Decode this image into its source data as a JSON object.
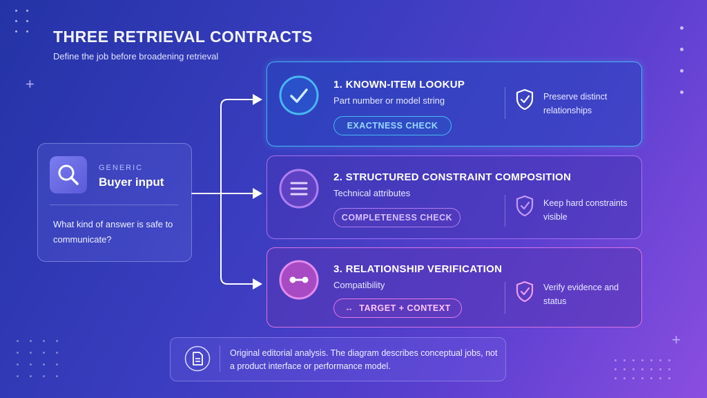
{
  "header": {
    "title": "THREE RETRIEVAL CONTRACTS",
    "subtitle": "Define the job before broadening retrieval"
  },
  "input": {
    "kicker": "GENERIC",
    "heading": "Buyer input",
    "question": "What kind of answer is safe to communicate?",
    "icon": "search-icon"
  },
  "contracts": [
    {
      "title": "1. KNOWN-ITEM LOOKUP",
      "subtitle": "Part number or model string",
      "check": "EXACTNESS CHECK",
      "note": "Preserve distinct relationships",
      "icon": "checkmark-icon",
      "color": "#46b7f5"
    },
    {
      "title": "2. STRUCTURED CONSTRAINT COMPOSITION",
      "subtitle": "Technical attributes",
      "check": "COMPLETENESS CHECK",
      "note": "Keep hard constraints visible",
      "icon": "lines-icon",
      "color": "#a472f0"
    },
    {
      "title": "3. RELATIONSHIP VERIFICATION",
      "subtitle": "Compatibility",
      "check": "TARGET + CONTEXT",
      "note": "Verify evidence and status",
      "icon": "link-icon",
      "color": "#d773e6"
    }
  ],
  "footer": {
    "text": "Original editorial analysis. The diagram describes conceptual jobs, not a product interface or performance model.",
    "icon": "document-icon"
  }
}
